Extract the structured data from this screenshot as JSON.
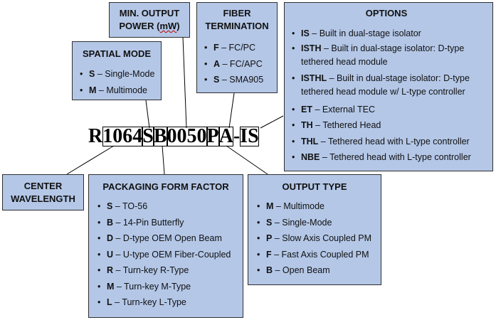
{
  "min_output_power": {
    "title_line1": "MIN. OUTPUT",
    "title_line2_pre": "POWER (",
    "title_line2_unit": "mW",
    "title_line2_post": ")"
  },
  "fiber_termination": {
    "title_line1": "FIBER",
    "title_line2": "TERMINATION",
    "items": [
      {
        "code": "F",
        "text": " – FC/PC"
      },
      {
        "code": "A",
        "text": " – FC/APC"
      },
      {
        "code": "S",
        "text": " – SMA905"
      }
    ]
  },
  "options": {
    "title": "OPTIONS",
    "items": [
      {
        "code": "IS",
        "text": " – Built in dual-stage isolator"
      },
      {
        "code": "ISTH",
        "text": " – Built in dual-stage isolator: D-type tethered head module"
      },
      {
        "code": "ISTHL",
        "text": " – Built in dual-stage isolator: D-type tethered head module w/ L-type controller"
      },
      {
        "code": "ET",
        "text": " – External TEC"
      },
      {
        "code": "TH",
        "text": " – Tethered Head"
      },
      {
        "code": "THL",
        "text": " – Tethered head with L-type controller"
      },
      {
        "code": "NBE",
        "text": " – Tethered head with L-type controller"
      }
    ]
  },
  "spatial_mode": {
    "title": "SPATIAL MODE",
    "items": [
      {
        "code": "S",
        "text": " – Single-Mode"
      },
      {
        "code": "M",
        "text": " – Multimode"
      }
    ]
  },
  "part_code": {
    "segments": [
      "R",
      "1064",
      "S",
      "B",
      "0050",
      "P",
      "A",
      "-",
      "IS"
    ]
  },
  "center_wavelength": {
    "title_line1": "CENTER",
    "title_line2": "WAVELENGTH"
  },
  "packaging": {
    "title": "PACKAGING FORM FACTOR",
    "items": [
      {
        "code": "S",
        "text": " – TO-56"
      },
      {
        "code": "B",
        "text": " – 14-Pin Butterfly"
      },
      {
        "code": "D",
        "text": " – D-type OEM Open Beam"
      },
      {
        "code": "U",
        "text": " – U-type OEM Fiber-Coupled"
      },
      {
        "code": "R",
        "text": " – Turn-key R-Type"
      },
      {
        "code": "M",
        "text": " – Turn-key M-Type"
      },
      {
        "code": "L",
        "text": " – Turn-key L-Type"
      }
    ]
  },
  "output_type": {
    "title": "OUTPUT TYPE",
    "items": [
      {
        "code": "M",
        "text": " – Multimode"
      },
      {
        "code": "S",
        "text": " – Single-Mode"
      },
      {
        "code": "P",
        "text": " – Slow Axis Coupled PM"
      },
      {
        "code": "F",
        "text": " – Fast Axis Coupled PM"
      },
      {
        "code": "B",
        "text": " – Open Beam"
      }
    ]
  },
  "colors": {
    "box_fill": "#b4c7e7",
    "box_border": "#2f2f2f",
    "line": "#000000"
  }
}
